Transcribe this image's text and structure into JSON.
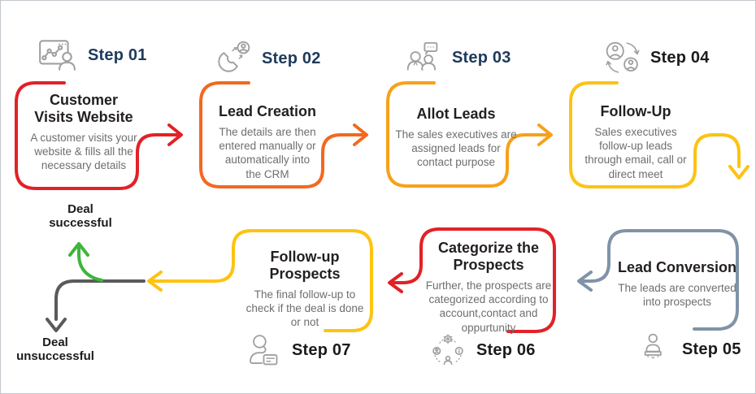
{
  "colors": {
    "step01": "#e22128",
    "step02": "#f2691f",
    "step03": "#f7a11a",
    "step04": "#fdc313",
    "step05": "#8093a7",
    "step06": "#e22128",
    "step07": "#fdc313",
    "success_green": "#3eb53b",
    "failure_gray": "#595a5c",
    "step_label_navy": "#1d3a5c",
    "step_label_dark": "#1b1b1b",
    "title_text": "#231f20",
    "body_text": "#6d6e71",
    "icon_gray": "#9fa0a2"
  },
  "steps": [
    {
      "label": "Step 01",
      "icon": "browser-analytics-icon",
      "color": "#e22128",
      "title": "Customer\nVisits Website",
      "body": "A customer visits your\nwebsite & fills all the\nnecessary details"
    },
    {
      "label": "Step 02",
      "icon": "magnet-lead-icon",
      "color": "#f2691f",
      "title": "Lead Creation",
      "body": "The details are then\nentered manually or\nautomatically into\nthe CRM"
    },
    {
      "label": "Step 03",
      "icon": "team-discussion-icon",
      "color": "#f7a11a",
      "title": "Allot Leads",
      "body": "The sales executives are\nassigned leads for\ncontact purpose"
    },
    {
      "label": "Step 04",
      "icon": "people-exchange-icon",
      "color": "#fdc313",
      "title": "Follow-Up",
      "body": "Sales executives\nfollow-up leads\nthrough email, call or\ndirect meet"
    },
    {
      "label": "Step 05",
      "icon": "salesperson-icon",
      "color": "#8093a7",
      "title": "Lead Conversion",
      "body": "The leads are converted\ninto prospects"
    },
    {
      "label": "Step 06",
      "icon": "workflow-automation-icon",
      "color": "#e22128",
      "title": "Categorize the\nProspects",
      "body": "Further, the prospects are\ncategorized according to\naccount,contact and\noppurtunity"
    },
    {
      "label": "Step 07",
      "icon": "prospect-id-icon",
      "color": "#fdc313",
      "title": "Follow-up\nProspects",
      "body": "The final follow-up to\ncheck if the deal is done\nor not"
    }
  ],
  "outcomes": {
    "success_label": "Deal\nsuccessful",
    "failure_label": "Deal\nunsuccessful"
  }
}
